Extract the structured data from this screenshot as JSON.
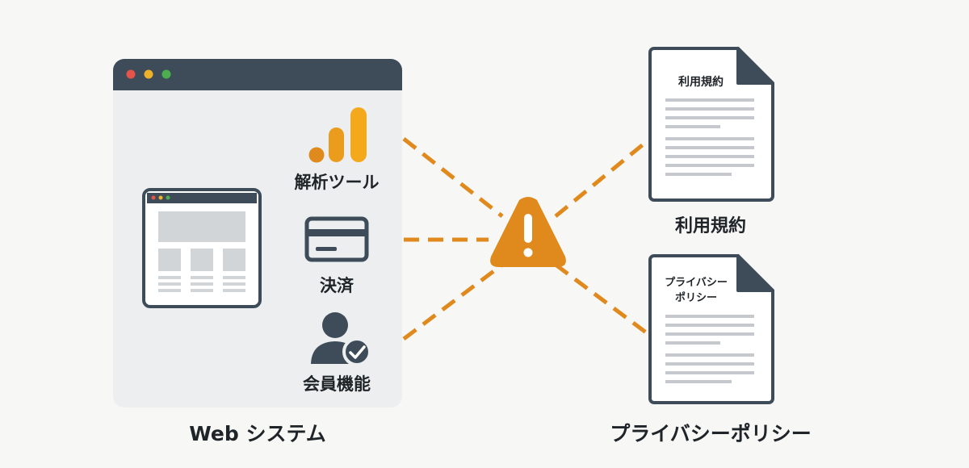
{
  "web_system": {
    "title": "Web システム",
    "window_dots": [
      "#e5534b",
      "#eeb12a",
      "#4cae4f"
    ],
    "features": [
      {
        "label": "解析ツール",
        "icon": "bar-chart-icon"
      },
      {
        "label": "決済",
        "icon": "credit-card-icon"
      },
      {
        "label": "会員機能",
        "icon": "user-check-icon"
      }
    ]
  },
  "warning": {
    "icon": "warning-triangle-icon",
    "color": "#e08a1e"
  },
  "documents": [
    {
      "title": "利用規約",
      "inner_lines": [
        "利用規約"
      ]
    },
    {
      "title": "プライバシーポリシー",
      "inner_lines": [
        "プライバシー",
        "ポリシー"
      ]
    }
  ],
  "colors": {
    "window_frame": "#3e4c59",
    "window_body": "#eceeef",
    "accent_orange": "#e08a1e",
    "chart_orange": "#f4a91c",
    "text": "#1f2428"
  }
}
